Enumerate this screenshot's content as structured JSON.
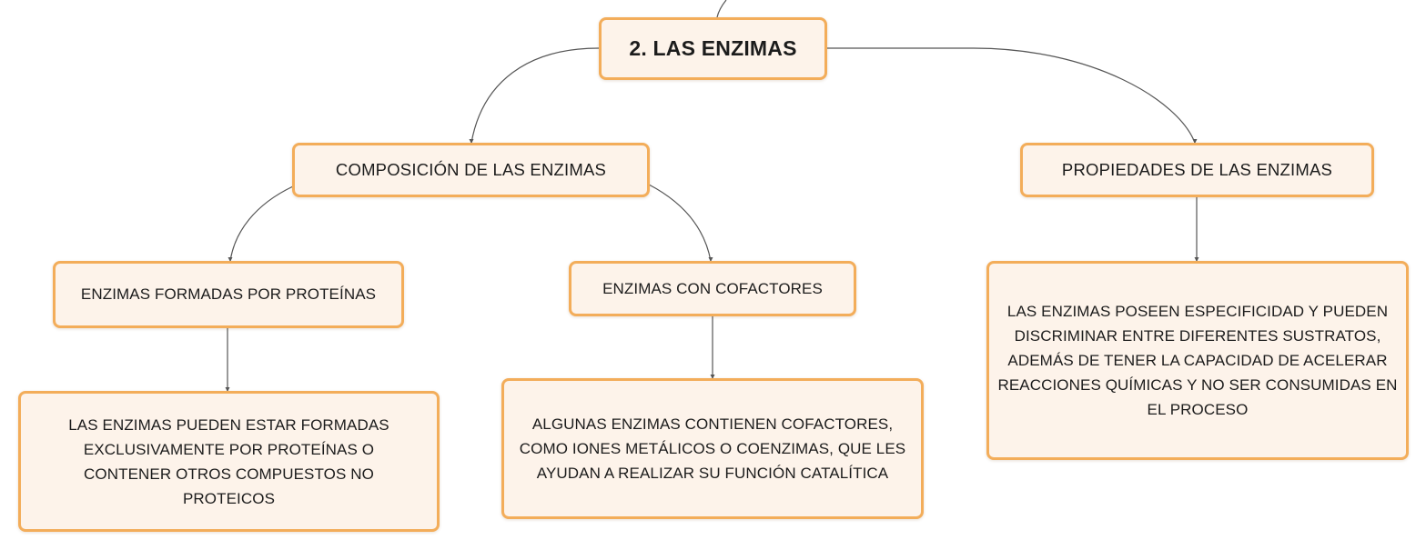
{
  "diagram": {
    "root": {
      "label": "2. LAS ENZIMAS"
    },
    "composition": {
      "label": "COMPOSICIÓN DE LAS ENZIMAS",
      "protein_branch": {
        "label": "ENZIMAS FORMADAS POR PROTEÍNAS",
        "description": "LAS ENZIMAS PUEDEN ESTAR FORMADAS EXCLUSIVAMENTE POR PROTEÍNAS O CONTENER OTROS COMPUESTOS NO PROTEICOS"
      },
      "cofactor_branch": {
        "label": "ENZIMAS CON COFACTORES",
        "description": "ALGUNAS ENZIMAS CONTIENEN COFACTORES, COMO IONES METÁLICOS O COENZIMAS, QUE LES AYUDAN A REALIZAR SU FUNCIÓN CATALÍTICA"
      }
    },
    "properties": {
      "label": "PROPIEDADES DE LAS ENZIMAS",
      "description": "LAS ENZIMAS POSEEN ESPECIFICIDAD Y PUEDEN DISCRIMINAR ENTRE DIFERENTES SUSTRATOS, ADEMÁS DE TENER LA CAPACIDAD DE ACELERAR REACCIONES QUÍMICAS Y NO SER CONSUMIDAS EN EL PROCESO"
    },
    "colors": {
      "node_fill": "#fdf3ea",
      "node_border": "#f3ad5a",
      "connector": "#555555",
      "text": "#1c1c1c"
    }
  }
}
